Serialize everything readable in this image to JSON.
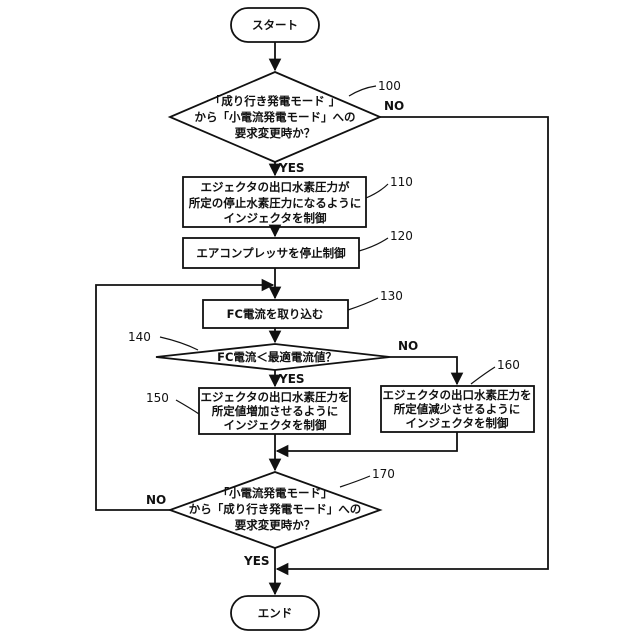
{
  "nodes": {
    "start": "スタート",
    "d100": [
      "「成り行き発電モード 」",
      "から「小電流発電モード」への",
      "要求変更時か？"
    ],
    "s110": [
      "エジェクタの出口水素圧力が",
      "所定の停止水素圧力になるように",
      "インジェクタを制御"
    ],
    "s120": "エアコンプレッサを停止制御",
    "s130": "FC電流を取り込む",
    "d140": "FC電流＜最適電流値？",
    "s150": [
      "エジェクタの出口水素圧力を",
      "所定値増加させるように",
      "インジェクタを制御"
    ],
    "s160": [
      "エジェクタの出口水素圧力を",
      "所定値減少させるように",
      "インジェクタを制御"
    ],
    "d170": [
      "「小電流発電モード」",
      "から「成り行き発電モード」への",
      "要求変更時か？"
    ],
    "end": "エンド"
  },
  "refs": {
    "r100": "100",
    "r110": "110",
    "r120": "120",
    "r130": "130",
    "r140": "140",
    "r150": "150",
    "r160": "160",
    "r170": "170"
  },
  "branches": {
    "yes100": "YES",
    "no100": "NO",
    "yes140": "YES",
    "no140": "NO",
    "yes170": "YES",
    "no170": "NO"
  }
}
